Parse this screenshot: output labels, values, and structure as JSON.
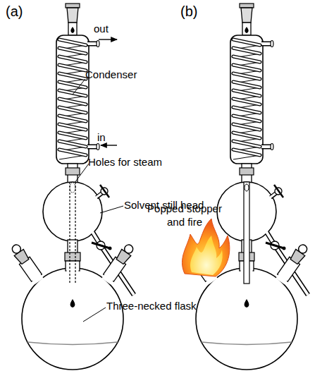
{
  "diagram": {
    "labels": [
      "(a)",
      "(b)",
      "out",
      "in",
      "Condenser",
      "Holes for steam",
      "Solvent still head",
      "Three-necked flask",
      "Popped stopper and fire"
    ]
  }
}
